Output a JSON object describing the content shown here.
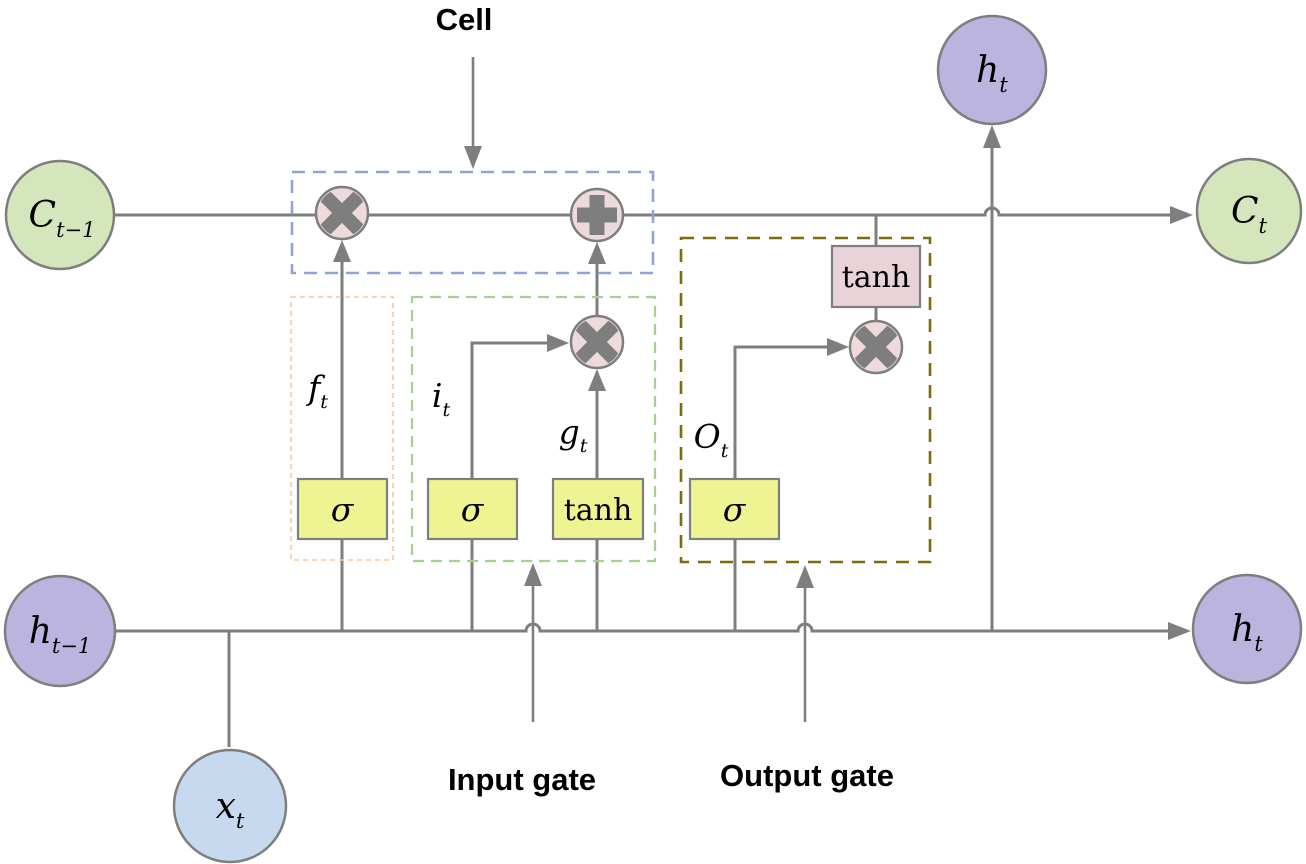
{
  "colors": {
    "line_gray": "#7e7e7e",
    "node_green": "#d5e6bd",
    "node_purple": "#bab4df",
    "node_blue": "#c7d9ee",
    "op_pink": "#eddadd",
    "tanh_pink": "#e9d2d8",
    "act_yellow": "#eef491",
    "box_blue": "#91a3d6",
    "box_green": "#a6d08d",
    "box_orange": "#f5caa0",
    "box_olive": "#7e6b10",
    "label_black": "#000000"
  },
  "region_labels": {
    "cell": "Cell",
    "input_gate": "Input gate",
    "output_gate": "Output gate"
  },
  "nodes": {
    "c_prev": {
      "main": "C",
      "sub": "t−1"
    },
    "h_prev": {
      "main": "h",
      "sub": "t−1"
    },
    "x_t": {
      "main": "x",
      "sub": "t"
    },
    "c_t": {
      "main": "C",
      "sub": "t"
    },
    "h_t_top": {
      "main": "h",
      "sub": "t"
    },
    "h_t_right": {
      "main": "h",
      "sub": "t"
    }
  },
  "signals": {
    "forget": {
      "main": "f",
      "sub": "t"
    },
    "input": {
      "main": "i",
      "sub": "t"
    },
    "candidate": {
      "main": "g",
      "sub": "t"
    },
    "output": {
      "main": "O",
      "sub": "t"
    }
  },
  "activations": {
    "forget_sigma": "σ",
    "input_sigma": "σ",
    "input_tanh": "tanh",
    "output_sigma": "σ",
    "output_tanh": "tanh"
  }
}
